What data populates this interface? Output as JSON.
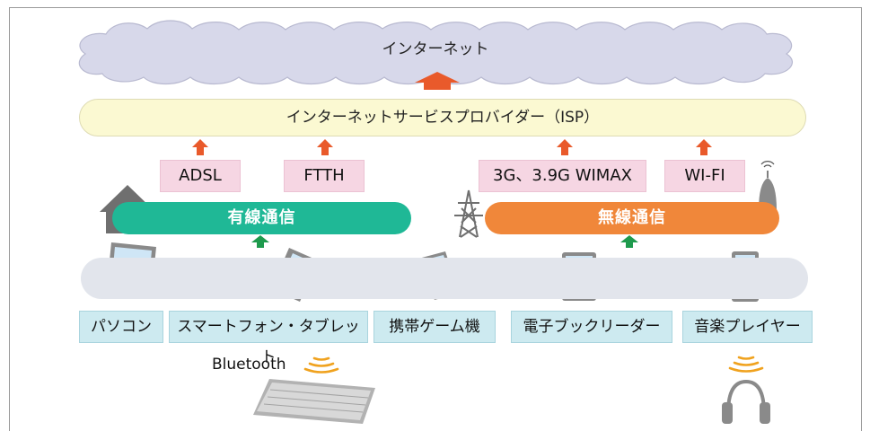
{
  "internet_label": "インターネット",
  "isp_label": "インターネットサービスプロバイダー（ISP）",
  "wired_routes": [
    "ADSL",
    "FTTH"
  ],
  "wireless_routes": [
    "3G、3.9G WIMAX",
    "WI-FI"
  ],
  "wired_label": "有線通信",
  "wireless_label": "無線通信",
  "devices": [
    "パソコン",
    "スマートフォン・タブレット",
    "携帯ゲーム機",
    "電子ブックリーダー",
    "音楽プレイヤー"
  ],
  "bluetooth_label": "Bluetooth",
  "colors": {
    "cloud": "#d7d8ea",
    "isp_fill": "#fbf9d2",
    "route_fill": "#f6d6e3",
    "wired": "#1fb896",
    "wireless": "#f0873a",
    "device_label_fill": "#cdeaf0",
    "arrow_red": "#e95a2b",
    "arrow_green": "#1e9a4d",
    "signal": "#f0a21e"
  }
}
